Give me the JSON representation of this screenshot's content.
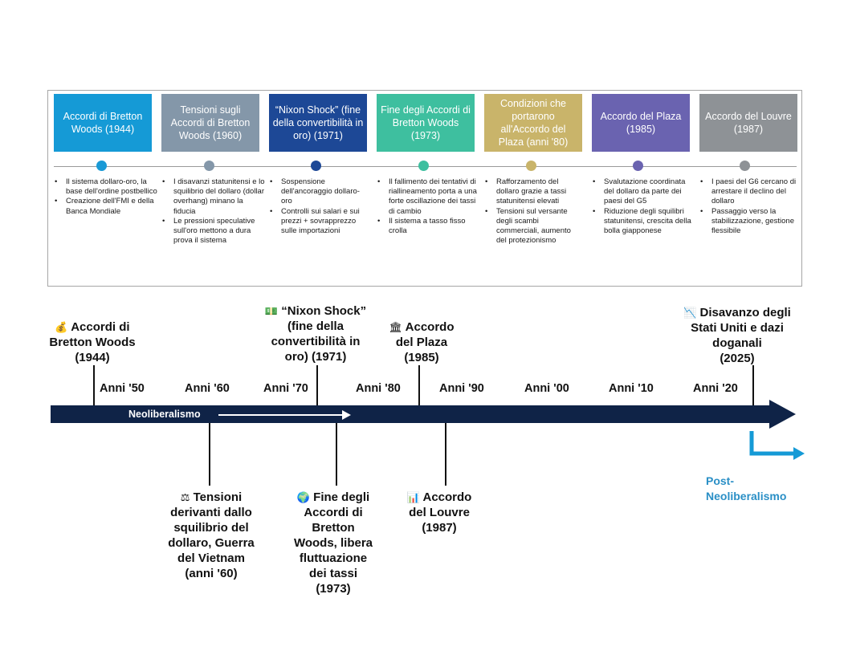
{
  "phases": [
    {
      "title": "Accordi di Bretton Woods (1944)",
      "color": "#159ad6",
      "dot": "#1a9ad6",
      "bullets": [
        "Il sistema dollaro-oro, la base dell'ordine postbellico",
        "Creazione dell'FMI e della Banca Mondiale"
      ]
    },
    {
      "title": "Tensioni sugli Accordi di Bretton Woods (1960)",
      "color": "#8497a9",
      "dot": "#8497a9",
      "bullets": [
        "I disavanzi statunitensi e lo squilibrio del dollaro (dollar overhang) minano la fiducia",
        "Le pressioni speculative sull'oro mettono a dura prova il sistema"
      ]
    },
    {
      "title": "“Nixon Shock” (fine della convertibilità in oro) (1971)",
      "color": "#1d4896",
      "dot": "#1d4896",
      "bullets": [
        "Sospensione dell'ancoraggio dollaro-oro",
        "Controlli sui salari e sui prezzi + sovrapprezzo sulle importazioni"
      ]
    },
    {
      "title": "Fine degli Accordi di Bretton Woods (1973)",
      "color": "#3ebf9f",
      "dot": "#3ebf9f",
      "bullets": [
        "Il fallimento dei tentativi di riallineamento porta a una forte oscillazione dei tassi di cambio",
        "Il sistema a tasso fisso crolla"
      ]
    },
    {
      "title": "Condizioni che portarono all'Accordo del Plaza (anni '80)",
      "color": "#c9b46a",
      "dot": "#c9b46a",
      "bullets": [
        "Rafforzamento del dollaro grazie a tassi statunitensi elevati",
        "Tensioni sul versante degli scambi commerciali, aumento del protezionismo"
      ]
    },
    {
      "title": "Accordo del Plaza (1985)",
      "color": "#6a63b0",
      "dot": "#6a63b0",
      "bullets": [
        "Svalutazione coordinata del dollaro da parte dei paesi del G5",
        "Riduzione degli squilibri statunitensi, crescita della bolla giapponese"
      ]
    },
    {
      "title": "Accordo del Louvre (1987)",
      "color": "#8e9296",
      "dot": "#8e9296",
      "bullets": [
        "I paesi del G6 cercano di arrestare il declino del dollaro",
        "Passaggio verso la stabilizzazione, gestione flessibile"
      ]
    }
  ],
  "decades": [
    "Anni '50",
    "Anni '60",
    "Anni '70",
    "Anni '80",
    "Anni '90",
    "Anni '00",
    "Anni '10",
    "Anni '20"
  ],
  "axis": {
    "neo_label": "Neoliberalismo",
    "post_label": "Post-\nNeoliberalismo"
  },
  "events_above": [
    {
      "icon": "money-bag-icon",
      "glyph": "💰",
      "label": "Accordi di\nBretton Woods\n(1944)"
    },
    {
      "icon": "banknotes-icon",
      "glyph": "💵",
      "label": "“Nixon Shock”\n(fine della\nconvertibilità in\noro) (1971)"
    },
    {
      "icon": "bank-icon",
      "glyph": "🏛",
      "label": "Accordo\ndel Plaza\n(1985)"
    },
    {
      "icon": "chart-down-icon",
      "glyph": "📉",
      "label": "Disavanzo degli\nStati Uniti e dazi\ndoganali\n(2025)"
    }
  ],
  "events_below": [
    {
      "icon": "scales-icon",
      "glyph": "⚖",
      "label": "Tensioni\nderivanti dallo\nsquilibrio del\ndollaro, Guerra\ndel Vietnam\n(anni '60)"
    },
    {
      "icon": "globe-icon",
      "glyph": "🌍",
      "label": "Fine degli\nAccordi di\nBretton\nWoods, libera\nfluttuazione\ndei tassi\n(1973)"
    },
    {
      "icon": "bar-chart-icon",
      "glyph": "📊",
      "label": "Accordo\ndel Louvre\n(1987)"
    }
  ]
}
